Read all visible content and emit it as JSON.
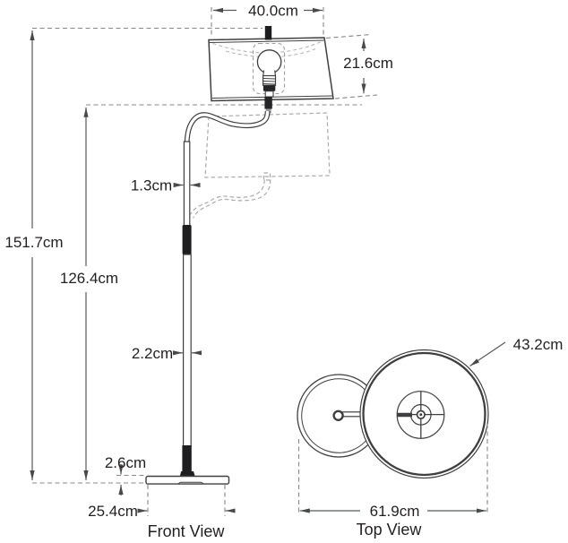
{
  "front_view": {
    "label": "Front View",
    "dims": {
      "shade_width": "40.0cm",
      "shade_height": "21.6cm",
      "total_height": "151.7cm",
      "arm_height": "126.4cm",
      "upper_pole_diameter": "1.3cm",
      "lower_pole_diameter": "2.2cm",
      "base_height": "2.6cm",
      "base_diameter": "25.4cm"
    }
  },
  "top_view": {
    "label": "Top View",
    "dims": {
      "shade_diameter": "43.2cm",
      "overall_depth": "61.9cm"
    }
  },
  "colors": {
    "line": "#3f3f41",
    "dimension": "#58595b",
    "extension_dash": "#85878a",
    "ghost_dash": "#a9abae",
    "text": "#231f20",
    "background": "#ffffff"
  }
}
